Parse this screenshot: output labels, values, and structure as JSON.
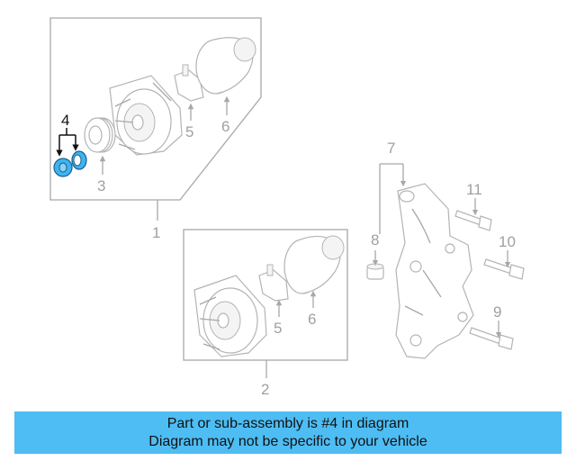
{
  "callouts": {
    "n1": "1",
    "n2": "2",
    "n3": "3",
    "n4": "4",
    "n5a": "5",
    "n5b": "5",
    "n6a": "6",
    "n6b": "6",
    "n7": "7",
    "n8": "8",
    "n9": "9",
    "n10": "10",
    "n11": "11"
  },
  "banner": {
    "line1": "Part or sub-assembly is #4 in diagram",
    "line2": "Diagram may not be specific to your vehicle"
  },
  "colors": {
    "banner_bg": "#4ebdf3",
    "highlight_part": "#3db4f0",
    "line_gray": "#a8a8a8"
  }
}
